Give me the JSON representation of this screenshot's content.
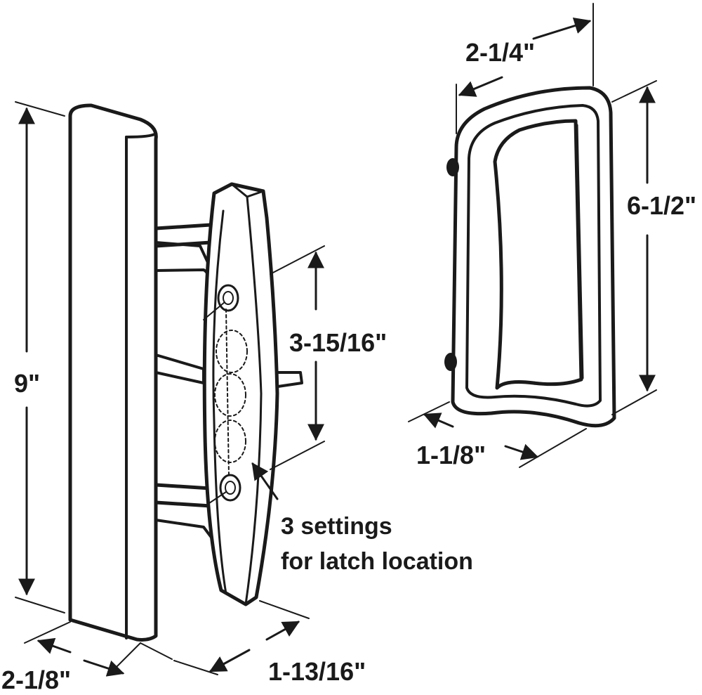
{
  "dimensions": {
    "outer_handle_height": "9\"",
    "outer_handle_width": "2-1/8\"",
    "inner_depth": "1-13/16\"",
    "hole_spacing": "3-15/16\"",
    "pull_width": "2-1/4\"",
    "pull_height": "6-1/2\"",
    "pull_depth": "1-1/8\""
  },
  "note": {
    "line1": "3 settings",
    "line2": "for latch location"
  }
}
